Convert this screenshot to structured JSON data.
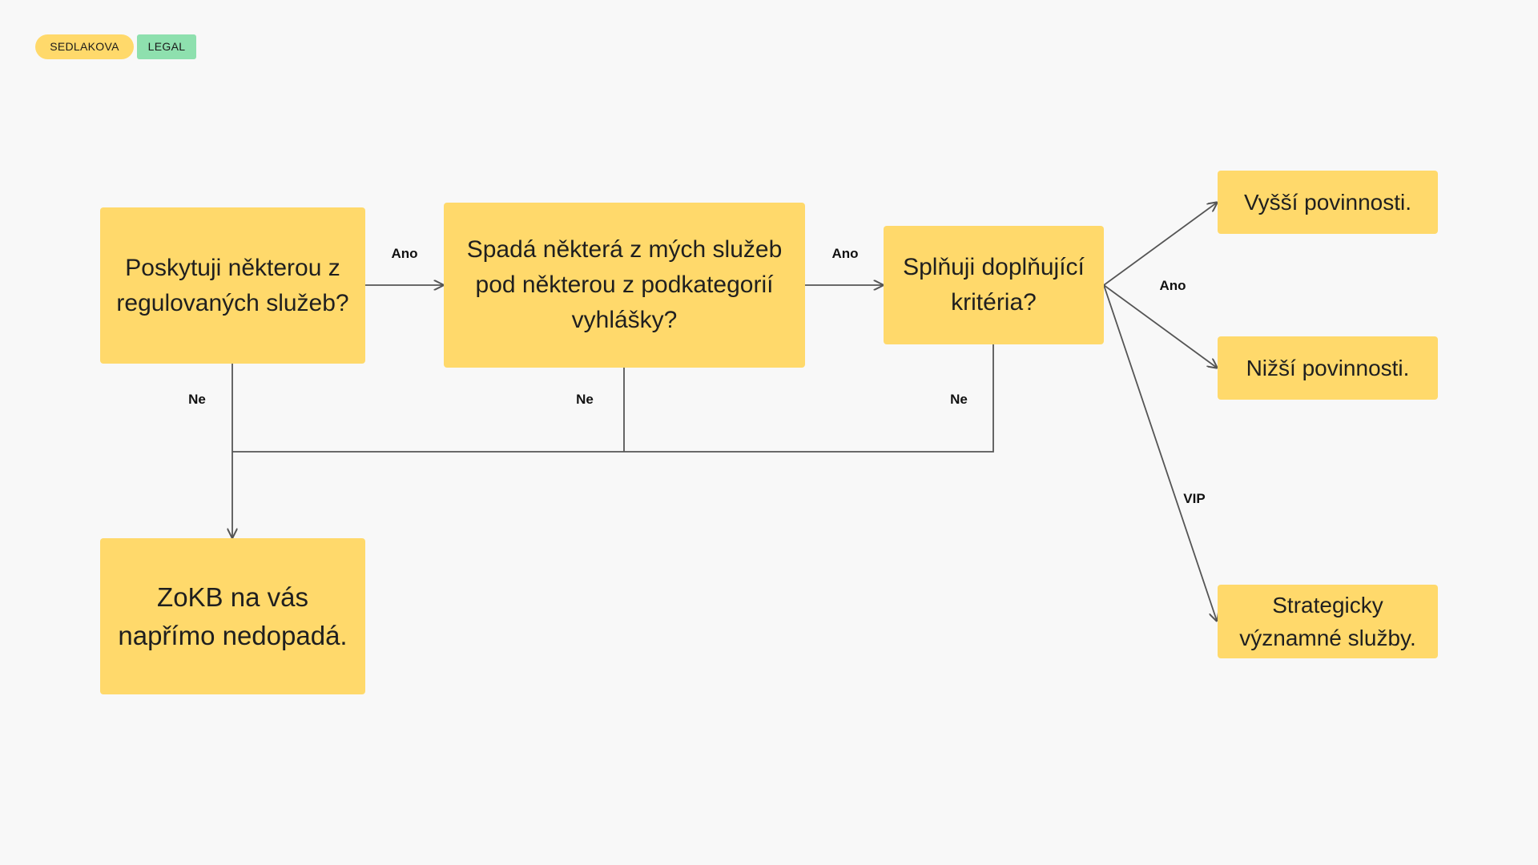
{
  "tags": {
    "author": "SEDLAKOVA",
    "category": "LEGAL"
  },
  "colors": {
    "background": "#f8f8f8",
    "node_fill": "#ffd96b",
    "tag_author": "#ffd96b",
    "tag_category": "#8ee0ae",
    "edge_stroke": "#555555"
  },
  "nodes": {
    "q1": "Poskytuji některou z regulovaných služeb?",
    "q2": "Spadá některá z mých služeb pod některou z podkategorií vyhlášky?",
    "q3": "Splňuji doplňující kritéria?",
    "r_higher": "Vyšší povinnosti.",
    "r_lower": "Nižší povinnosti.",
    "r_strategic": "Strategicky významné služby.",
    "end_no": "ZoKB na vás napřímo nedopadá."
  },
  "edges": [
    {
      "from": "q1",
      "to": "q2",
      "label": "Ano"
    },
    {
      "from": "q2",
      "to": "q3",
      "label": "Ano"
    },
    {
      "from": "q3",
      "to": "r_higher",
      "label": "Ano"
    },
    {
      "from": "q3",
      "to": "r_lower",
      "label": ""
    },
    {
      "from": "q3",
      "to": "r_strategic",
      "label": "VIP"
    },
    {
      "from": "q1",
      "to": "end_no",
      "label": "Ne"
    },
    {
      "from": "q2",
      "to": "end_no",
      "label": "Ne"
    },
    {
      "from": "q3",
      "to": "end_no",
      "label": "Ne"
    }
  ]
}
